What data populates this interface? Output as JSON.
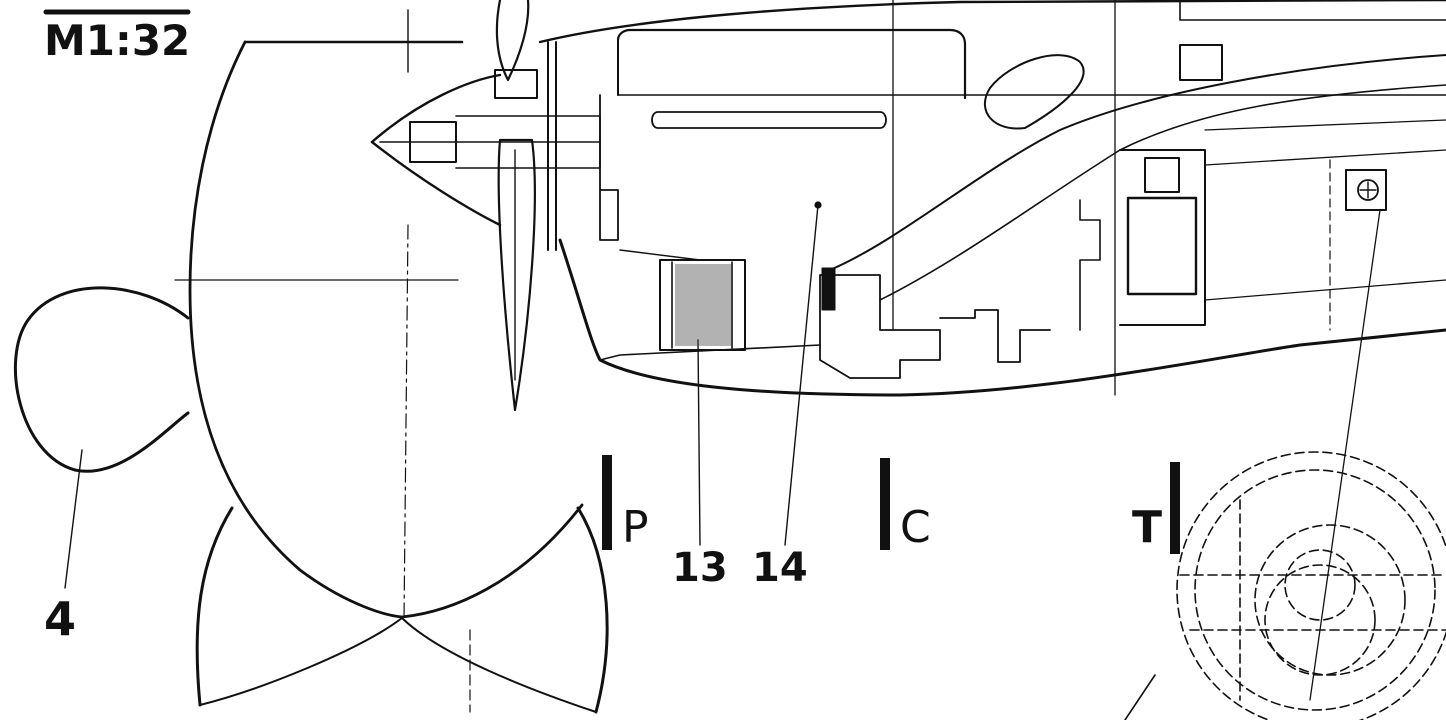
{
  "scale": "M1:32",
  "callouts": {
    "part_4": "4",
    "part_13": "13",
    "part_14": "14"
  },
  "sections": {
    "p": "P",
    "c": "C",
    "t": "T"
  },
  "colors": {
    "ink": "#111111",
    "paper": "#ffffff",
    "hatch": "#555555"
  }
}
